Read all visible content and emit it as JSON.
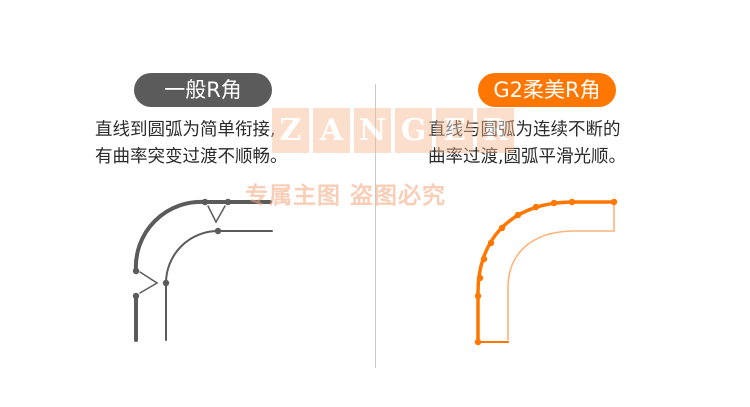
{
  "left": {
    "badge": "一般R角",
    "line1": "直线到圆弧为简单衔接,",
    "line2": "有曲率突变过渡不顺畅。"
  },
  "right": {
    "badge": "G2柔美R角",
    "line1": "直线与圆弧为连续不断的",
    "line2": "曲率过渡,圆弧平滑光顺。"
  },
  "watermark": {
    "letters": [
      "Z",
      "A",
      "N",
      "G",
      "E",
      "R"
    ],
    "text": "专属主图   盗图必究"
  },
  "colors": {
    "standard": "#5b5b5b",
    "g2": "#ff7600",
    "g2_light": "#ffb27a"
  }
}
